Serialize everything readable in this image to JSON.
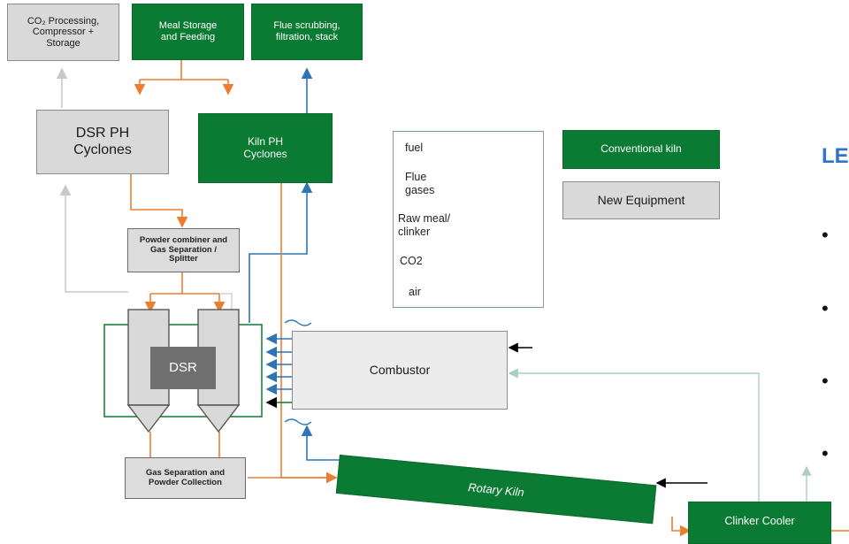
{
  "boxes": {
    "co2_processing": "CO₂ Processing,\nCompressor +\nStorage",
    "meal_storage": "Meal Storage\nand Feeding",
    "flue_scrubbing": "Flue scrubbing,\nfiltration, stack",
    "dsr_ph_cyclones": "DSR PH\nCyclones",
    "kiln_ph_cyclones": "Kiln PH\nCyclones",
    "powder_combiner": "Powder combiner and\nGas Separation /\nSplitter",
    "dsr": "DSR",
    "combustor": "Combustor",
    "gas_separation": "Gas Separation and\nPowder Collection",
    "rotary_kiln": "Rotary Kiln",
    "clinker_cooler": "Clinker Cooler"
  },
  "legend": {
    "items": [
      {
        "label": "fuel",
        "color": "#000000"
      },
      {
        "label": "Flue\ngases",
        "color": "#2e75b6"
      },
      {
        "label": "Raw meal/\nclinker",
        "color": "#e0201b"
      },
      {
        "label": "CO2",
        "color": "#c8c8c8"
      },
      {
        "label": "air",
        "color": "#a9cfc0"
      }
    ],
    "conventional_kiln": "Conventional kiln",
    "new_equipment": "New Equipment"
  },
  "side_panel": {
    "title": "LE",
    "bullets": [
      "•",
      "•",
      "•",
      "•"
    ],
    "accent": "#2e75c9"
  },
  "colors": {
    "conventional": "#0b7a32",
    "new_equipment": "#d9d9d9",
    "meal_flow": "#ed7d31",
    "flue_flow": "#2e75b6",
    "co2_flow": "#c8c8c8",
    "air_flow": "#a9cfc0",
    "fuel_flow": "#000000"
  }
}
